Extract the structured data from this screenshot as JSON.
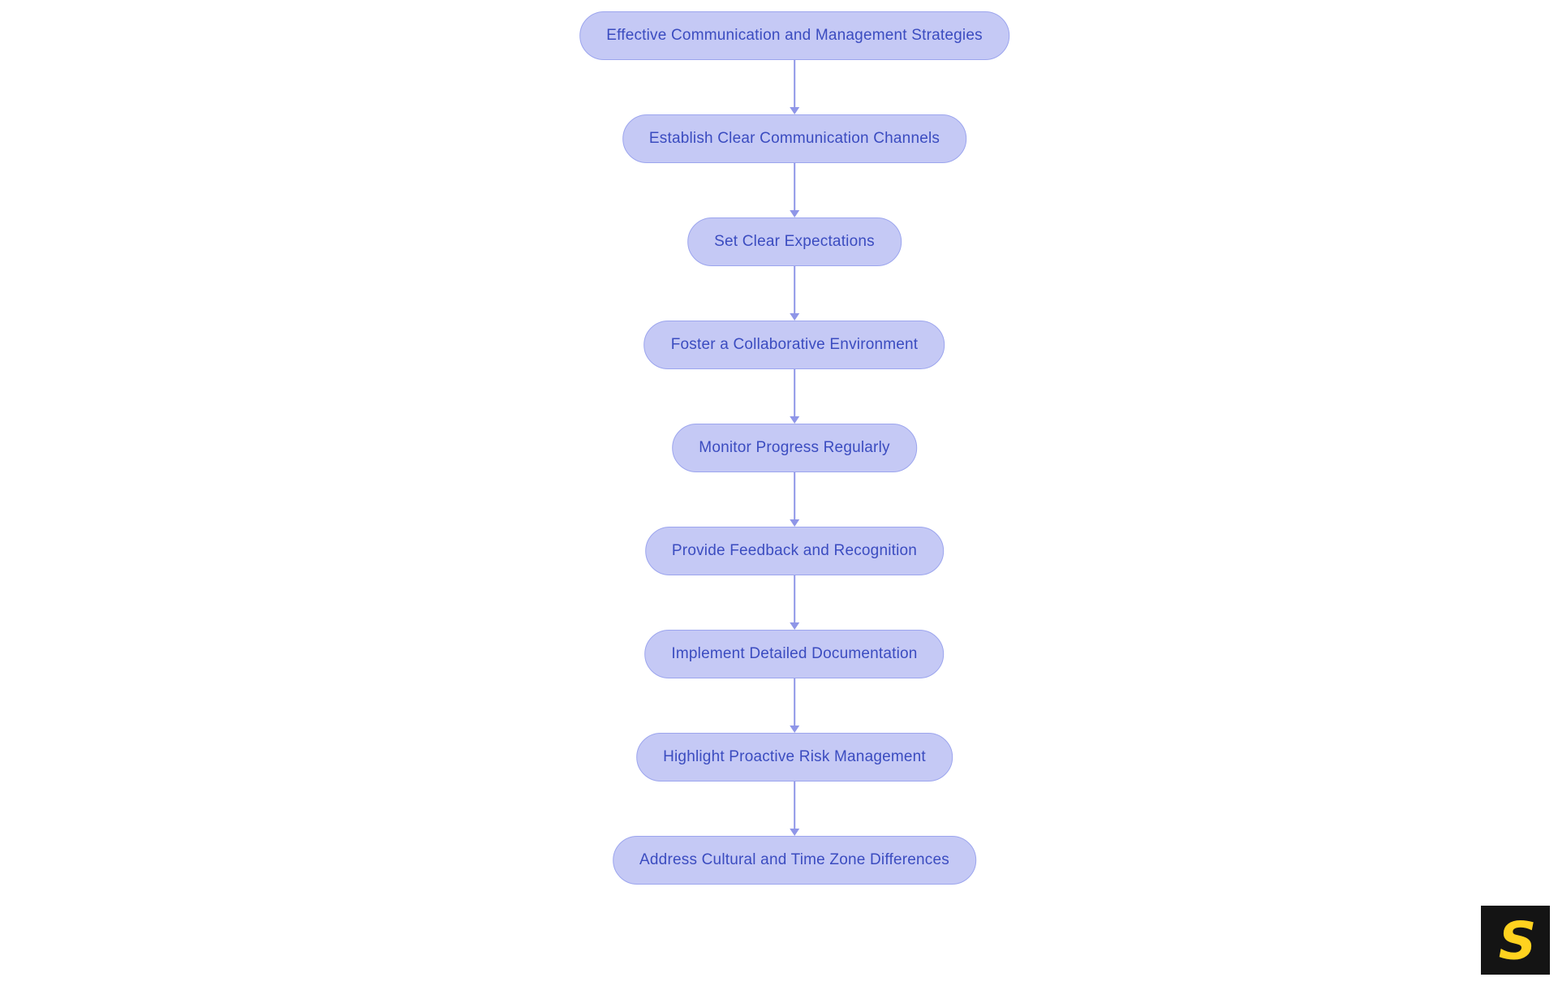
{
  "flowchart": {
    "type": "flowchart",
    "direction": "top-down",
    "nodes": [
      {
        "label": "Effective Communication and Management Strategies"
      },
      {
        "label": "Establish Clear Communication Channels"
      },
      {
        "label": "Set Clear Expectations"
      },
      {
        "label": "Foster a Collaborative Environment"
      },
      {
        "label": "Monitor Progress Regularly"
      },
      {
        "label": "Provide Feedback and Recognition"
      },
      {
        "label": "Implement Detailed Documentation"
      },
      {
        "label": "Highlight Proactive Risk Management"
      },
      {
        "label": "Address Cultural and Time Zone Differences"
      }
    ],
    "colors": {
      "node_fill": "#c5c9f5",
      "node_border": "#9ca5ee",
      "node_text": "#3b4cc0",
      "arrow": "#8f96e8",
      "background": "#ffffff"
    }
  },
  "logo": {
    "letter": "S",
    "background_color": "#141414",
    "letter_color": "#ffd21f"
  }
}
